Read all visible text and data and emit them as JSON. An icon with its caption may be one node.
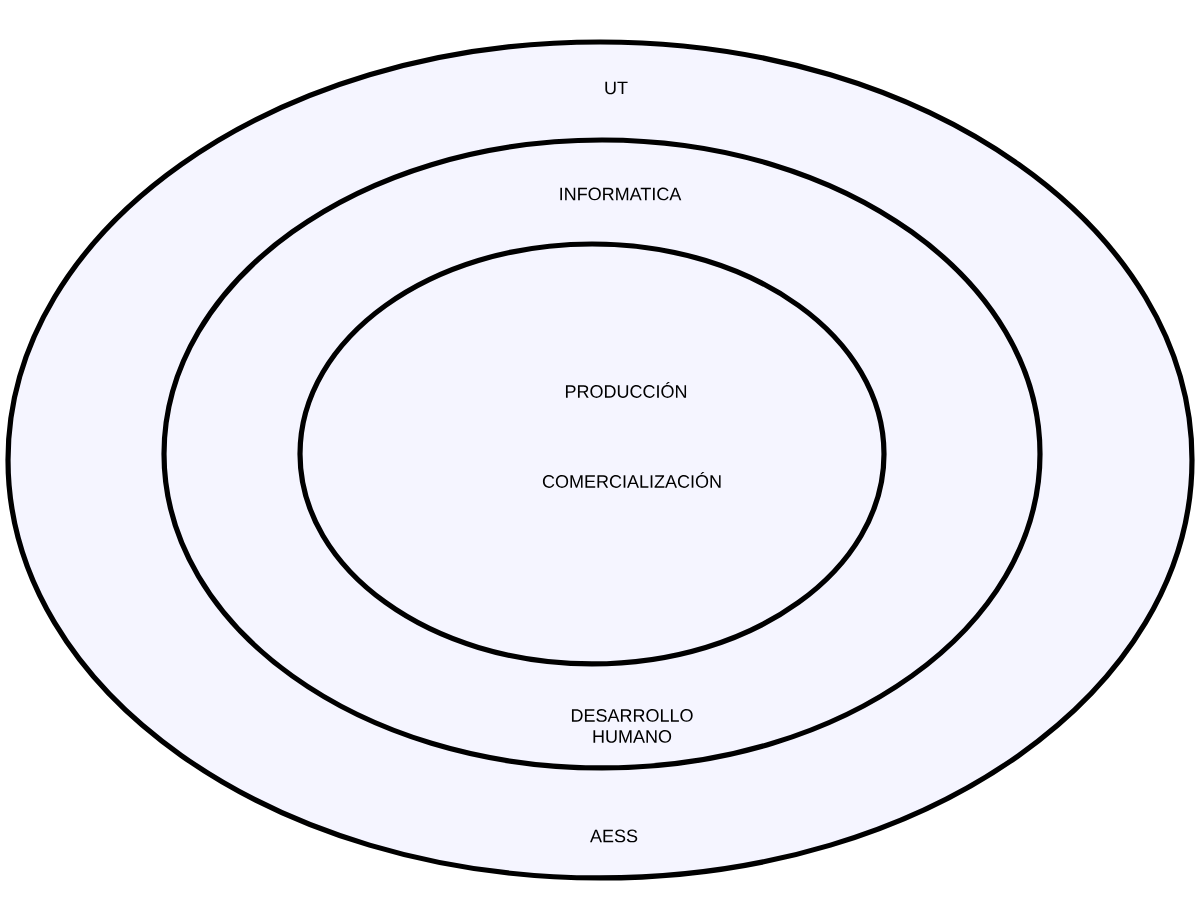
{
  "diagram": {
    "nodes": [
      {
        "text": [
          "UT",
          "AESS"
        ]
      },
      {
        "text": [
          "INFORMATICA",
          "DESARROLLO HUMANO"
        ],
        "in": 0
      },
      {
        "text": [
          "PRODUCCIÓN",
          "COMERCIALIZACIÓN"
        ],
        "in": 1
      }
    ]
  }
}
